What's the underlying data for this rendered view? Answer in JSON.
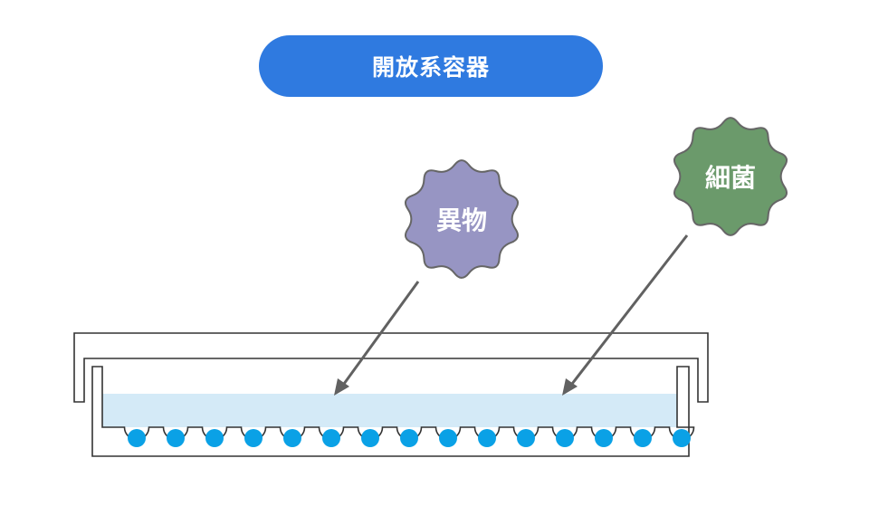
{
  "title": {
    "label": "開放系容器",
    "color": "#2f7ae0"
  },
  "contaminants": [
    {
      "label": "異物",
      "color": "#9795c3",
      "stroke": "#666666"
    },
    {
      "label": "細菌",
      "color": "#6b9a6b",
      "stroke": "#666666"
    }
  ],
  "vessel": {
    "lid": "lid",
    "dish": "dish",
    "liquid_color": "#d4eaf7",
    "well_count": 15,
    "cell_color": "#0aa1e6",
    "outline_color": "#333333"
  },
  "arrows": {
    "color": "#616161"
  }
}
